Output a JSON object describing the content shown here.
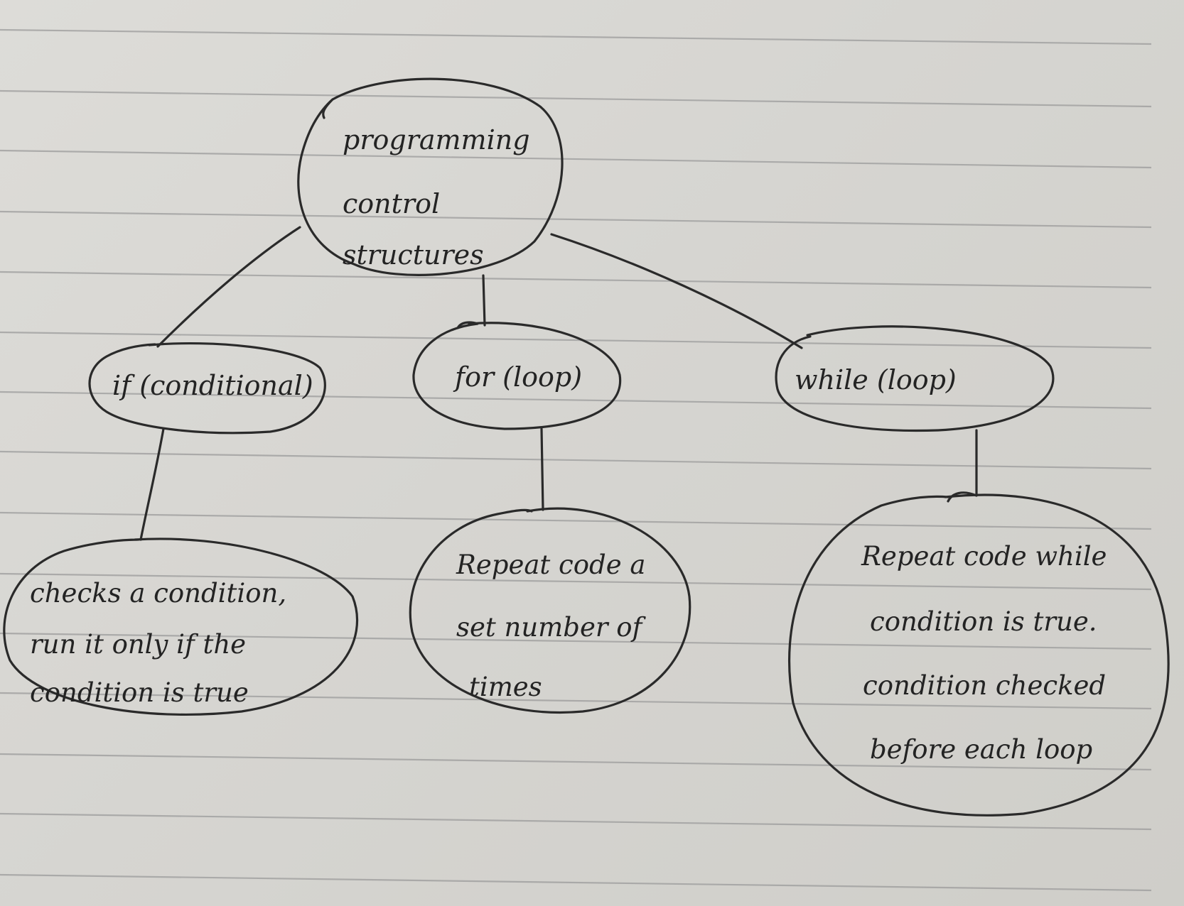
{
  "diagram": {
    "root": {
      "lines": [
        "programming",
        "control",
        "structures"
      ]
    },
    "children": [
      {
        "id": "if",
        "label": "if (conditional)",
        "detail": [
          "checks a condition,",
          "run it only if the",
          "condition is true"
        ]
      },
      {
        "id": "for",
        "label": "for (loop)",
        "detail": [
          "Repeat code a",
          "set number of",
          "times"
        ]
      },
      {
        "id": "while",
        "label": "while (loop)",
        "detail": [
          "Repeat code while",
          "condition is true.",
          "condition checked",
          "before each loop"
        ]
      }
    ]
  },
  "colors": {
    "ink": "#2a2a2a",
    "paper": "#d9d8d4",
    "rule": "#9c9c9c"
  }
}
